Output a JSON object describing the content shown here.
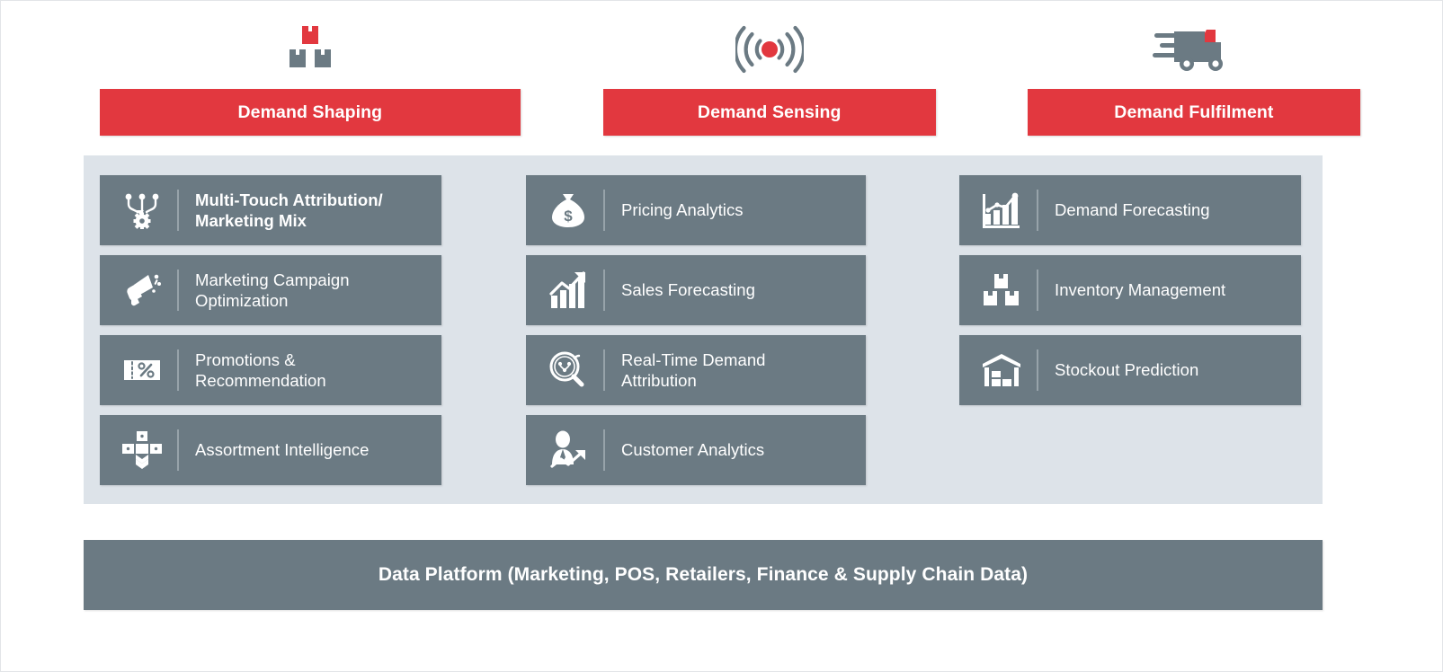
{
  "colors": {
    "accent_red": "#e2383f",
    "card_slate": "#6b7a83",
    "panel_bg": "#dde3e9",
    "text_white": "#ffffff",
    "divider": "#97a3aa"
  },
  "columns": [
    {
      "id": "demand-shaping",
      "title": "Demand Shaping",
      "icon": "stacked-boxes-icon",
      "items": [
        {
          "label": "Multi-Touch Attribution/\nMarketing Mix",
          "icon": "attribution-funnel-gear-icon",
          "bold": true
        },
        {
          "label": "Marketing Campaign\nOptimization",
          "icon": "megaphone-icon",
          "bold": false
        },
        {
          "label": "Promotions &\nRecommendation",
          "icon": "discount-coupon-icon",
          "bold": false
        },
        {
          "label": "Assortment Intelligence",
          "icon": "assortment-network-icon",
          "bold": false
        }
      ]
    },
    {
      "id": "demand-sensing",
      "title": "Demand Sensing",
      "icon": "signal-broadcast-icon",
      "items": [
        {
          "label": "Pricing Analytics",
          "icon": "money-bag-icon",
          "bold": false
        },
        {
          "label": "Sales Forecasting",
          "icon": "growth-bar-chart-icon",
          "bold": false
        },
        {
          "label": "Real-Time Demand\nAttribution",
          "icon": "magnifier-clock-icon",
          "bold": false
        },
        {
          "label": "Customer Analytics",
          "icon": "person-trend-icon",
          "bold": false
        }
      ]
    },
    {
      "id": "demand-fulfilment",
      "title": "Demand Fulfilment",
      "icon": "delivery-truck-icon",
      "items": [
        {
          "label": "Demand Forecasting",
          "icon": "bar-chart-line-icon",
          "bold": false
        },
        {
          "label": "Inventory Management",
          "icon": "boxes-icon",
          "bold": false
        },
        {
          "label": "Stockout Prediction",
          "icon": "warehouse-icon",
          "bold": false
        }
      ]
    }
  ],
  "footer": {
    "label": "Data Platform (Marketing, POS, Retailers, Finance & Supply Chain Data)"
  }
}
